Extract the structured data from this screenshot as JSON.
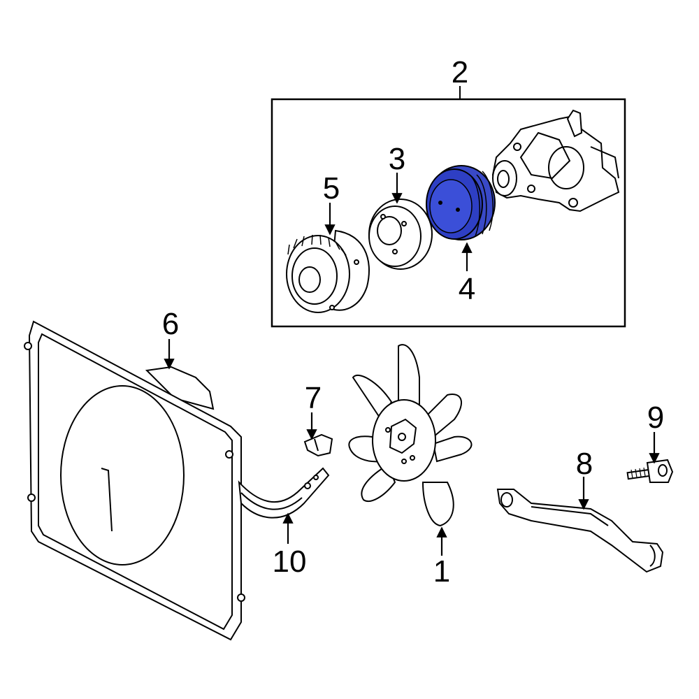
{
  "callouts": {
    "c1": "1",
    "c2": "2",
    "c3": "3",
    "c4": "4",
    "c5": "5",
    "c6": "6",
    "c7": "7",
    "c8": "8",
    "c9": "9",
    "c10": "10"
  },
  "highlighted_part": "4",
  "colors": {
    "highlight": "#2e3fc4",
    "line": "#000000",
    "background": "#ffffff"
  }
}
